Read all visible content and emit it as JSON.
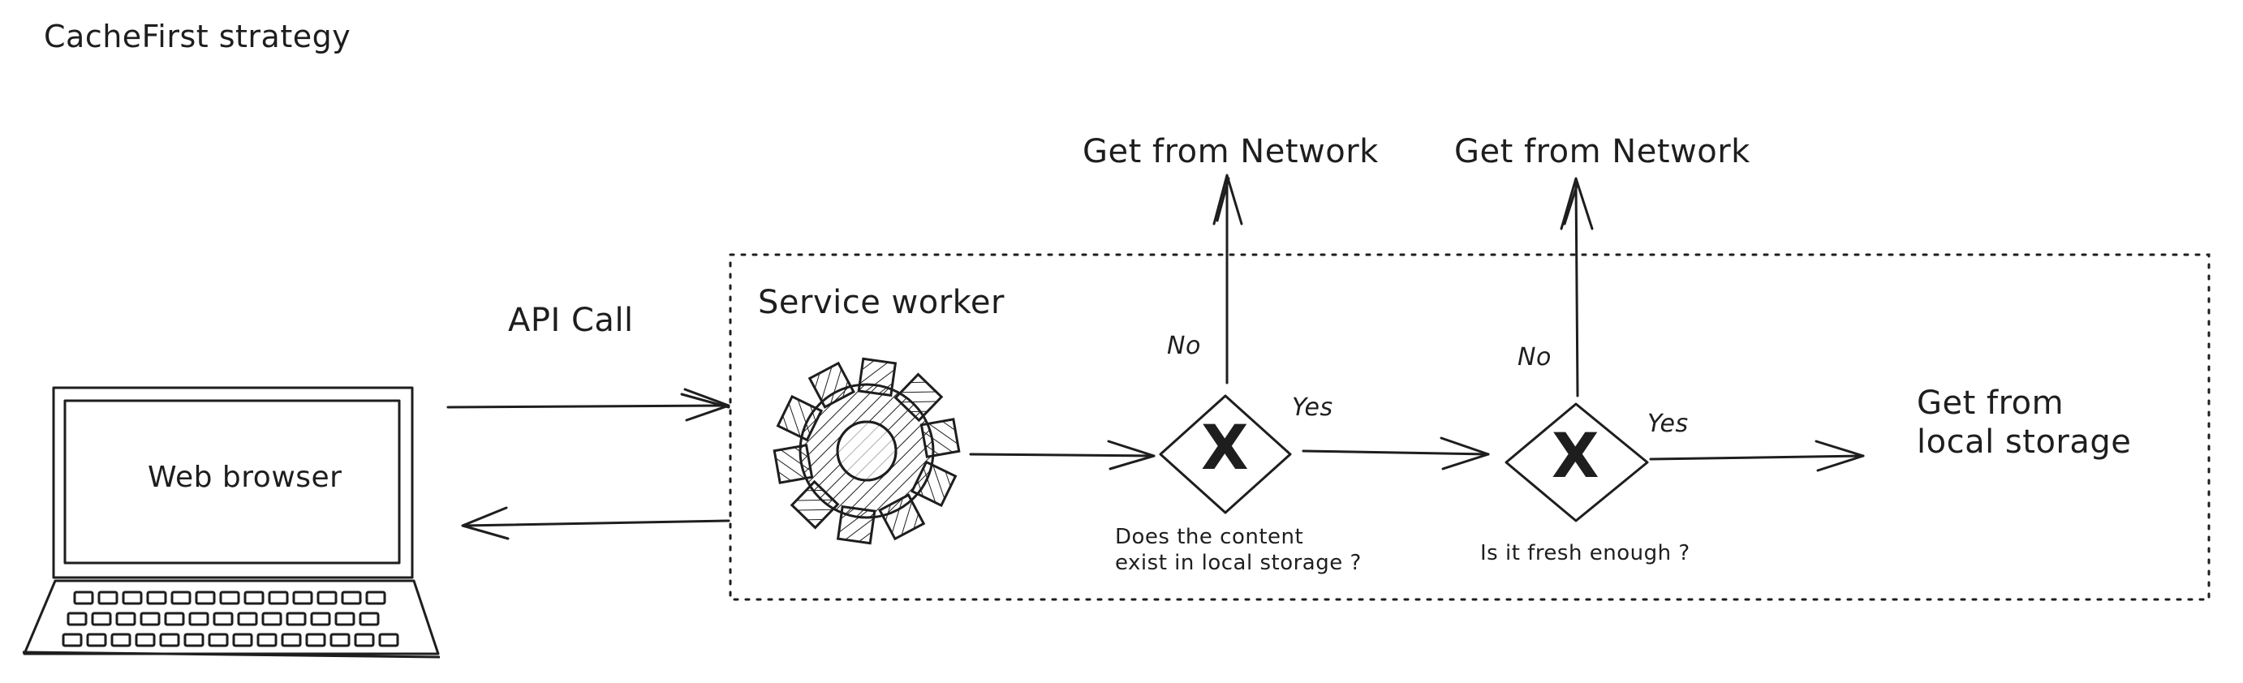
{
  "title": "CacheFirst strategy",
  "colors": {
    "stroke": "#1e1e1e",
    "background": "#ffffff"
  },
  "nodes": {
    "web_browser": {
      "label": "Web browser",
      "icon": "laptop-icon"
    },
    "service_worker": {
      "label": "Service worker",
      "icon": "gear-icon"
    },
    "decision_exists": {
      "symbol": "X",
      "question_line1": "Does the content",
      "question_line2": "exist in local storage ?",
      "no_label": "No",
      "yes_label": "Yes"
    },
    "decision_fresh": {
      "symbol": "X",
      "question": "Is it fresh enough ?",
      "no_label": "No",
      "yes_label": "Yes"
    },
    "network_1": {
      "label": "Get from Network"
    },
    "network_2": {
      "label": "Get from Network"
    },
    "local_storage": {
      "line1": "Get from",
      "line2": "local storage"
    }
  },
  "edges": {
    "api_call": {
      "label": "API Call"
    }
  }
}
